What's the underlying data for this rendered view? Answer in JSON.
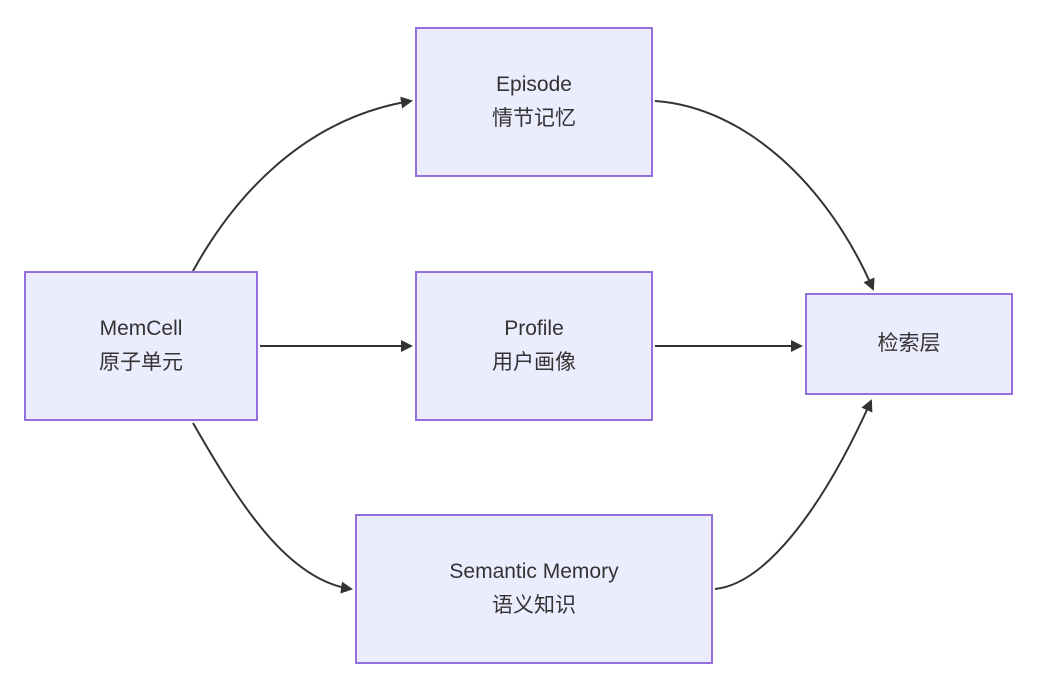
{
  "diagram": {
    "type": "flowchart",
    "direction": "left-to-right",
    "colors": {
      "node_fill": "#ECECFF",
      "node_border": "#9370DB",
      "edge_stroke": "#333333",
      "text": "#333333",
      "background": "#FFFFFF"
    },
    "nodes": [
      {
        "id": "memcell",
        "title": "MemCell",
        "subtitle": "原子单元"
      },
      {
        "id": "episode",
        "title": "Episode",
        "subtitle": "情节记忆"
      },
      {
        "id": "profile",
        "title": "Profile",
        "subtitle": "用户画像"
      },
      {
        "id": "semantic",
        "title": "Semantic Memory",
        "subtitle": "语义知识"
      },
      {
        "id": "retrieval",
        "title": "检索层",
        "subtitle": ""
      }
    ],
    "edges": [
      {
        "from": "memcell",
        "to": "episode"
      },
      {
        "from": "memcell",
        "to": "profile"
      },
      {
        "from": "memcell",
        "to": "semantic"
      },
      {
        "from": "episode",
        "to": "retrieval"
      },
      {
        "from": "profile",
        "to": "retrieval"
      },
      {
        "from": "semantic",
        "to": "retrieval"
      }
    ]
  }
}
